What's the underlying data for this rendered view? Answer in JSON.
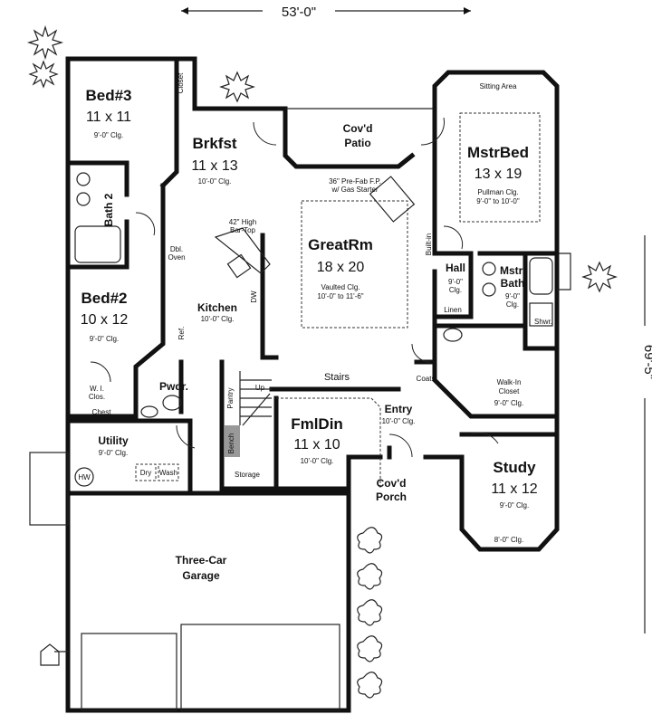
{
  "dimensions": {
    "width": "53'-0\"",
    "depth": "69'-5\""
  },
  "rooms": {
    "bed3": {
      "name": "Bed#3",
      "size": "11 x 11",
      "ceiling": "9'-0\" Clg."
    },
    "closet": {
      "name": "Closet"
    },
    "brkfst": {
      "name": "Brkfst",
      "size": "11 x 13",
      "ceiling": "10'-0\" Clg."
    },
    "patio": {
      "line1": "Cov'd",
      "line2": "Patio"
    },
    "sitting": {
      "name": "Sitting Area"
    },
    "mstrbed": {
      "name": "MstrBed",
      "size": "13 x 19",
      "ceiling1": "Pullman Clg.",
      "ceiling2": "9'-0\" to 10'-0\""
    },
    "fireplace": {
      "line1": "36\" Pre-Fab F.P.",
      "line2": "w/ Gas Starter"
    },
    "bartop": {
      "line1": "42\" High",
      "line2": "Bar-Top"
    },
    "greatrm": {
      "name": "GreatRm",
      "size": "18 x 20",
      "ceiling1": "Vaulted Clg.",
      "ceiling2": "10'-0\" to 11'-6\""
    },
    "bath2": {
      "name": "Bath 2"
    },
    "dbloven": {
      "line1": "Dbl.",
      "line2": "Oven"
    },
    "kitchen": {
      "name": "Kitchen",
      "ceiling": "10'-0\" Clg."
    },
    "dw": {
      "name": "DW"
    },
    "builtin": {
      "name": "Built-in"
    },
    "hall": {
      "name": "Hall",
      "ceiling1": "9'-0\"",
      "ceiling2": "Clg."
    },
    "linen": {
      "name": "Linen"
    },
    "mstrbath": {
      "line1": "Mstr.",
      "line2": "Bath",
      "ceiling1": "9'-0\"",
      "ceiling2": "Clg."
    },
    "shower": {
      "name": "Shwr."
    },
    "bed2": {
      "name": "Bed#2",
      "size": "10 x 12",
      "ceiling": "9'-0\" Clg."
    },
    "ref": {
      "name": "Ref."
    },
    "coats": {
      "name": "Coats"
    },
    "walkin": {
      "line1": "Walk-In",
      "line2": "Closet",
      "ceiling": "9'-0\" Clg."
    },
    "stairs": {
      "name": "Stairs",
      "up": "Up"
    },
    "pwdr": {
      "name": "Pwdr."
    },
    "wiclos": {
      "line1": "W. I.",
      "line2": "Clos.",
      "chest": "Chest"
    },
    "pantry": {
      "name": "Pantry"
    },
    "bench": {
      "name": "Bench"
    },
    "entry": {
      "name": "Entry",
      "ceiling": "10'-0\" Clg."
    },
    "fmldin": {
      "name": "FmlDin",
      "size": "11 x 10",
      "ceiling": "10'-0\" Clg."
    },
    "study": {
      "name": "Study",
      "size": "11 x 12",
      "ceiling": "9'-0\" Clg.",
      "bay_ceiling": "8'-0\" Clg."
    },
    "utility": {
      "name": "Utility",
      "ceiling": "9'-0\" Clg.",
      "dry": "Dry",
      "wash": "Wash",
      "hw": "HW"
    },
    "storage": {
      "name": "Storage"
    },
    "porch": {
      "line1": "Cov'd",
      "line2": "Porch"
    },
    "garage": {
      "line1": "Three-Car",
      "line2": "Garage"
    }
  }
}
